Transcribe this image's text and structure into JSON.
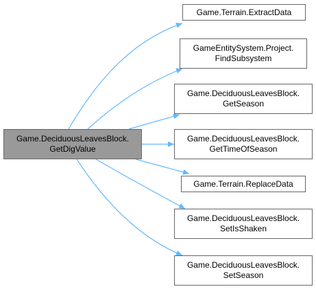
{
  "diagram": {
    "source": {
      "line1": "Game.DeciduousLeavesBlock.",
      "line2": "GetDigValue"
    },
    "targets": [
      {
        "line1": "Game.Terrain.ExtractData",
        "line2": ""
      },
      {
        "line1": "GameEntitySystem.Project.",
        "line2": "FindSubsystem"
      },
      {
        "line1": "Game.DeciduousLeavesBlock.",
        "line2": "GetSeason"
      },
      {
        "line1": "Game.DeciduousLeavesBlock.",
        "line2": "GetTimeOfSeason"
      },
      {
        "line1": "Game.Terrain.ReplaceData",
        "line2": ""
      },
      {
        "line1": "Game.DeciduousLeavesBlock.",
        "line2": "SetIsShaken"
      },
      {
        "line1": "Game.DeciduousLeavesBlock.",
        "line2": "SetSeason"
      }
    ],
    "colors": {
      "edge": "#63b8ff",
      "node_border": "#666666",
      "focus_fill": "#999999"
    }
  }
}
